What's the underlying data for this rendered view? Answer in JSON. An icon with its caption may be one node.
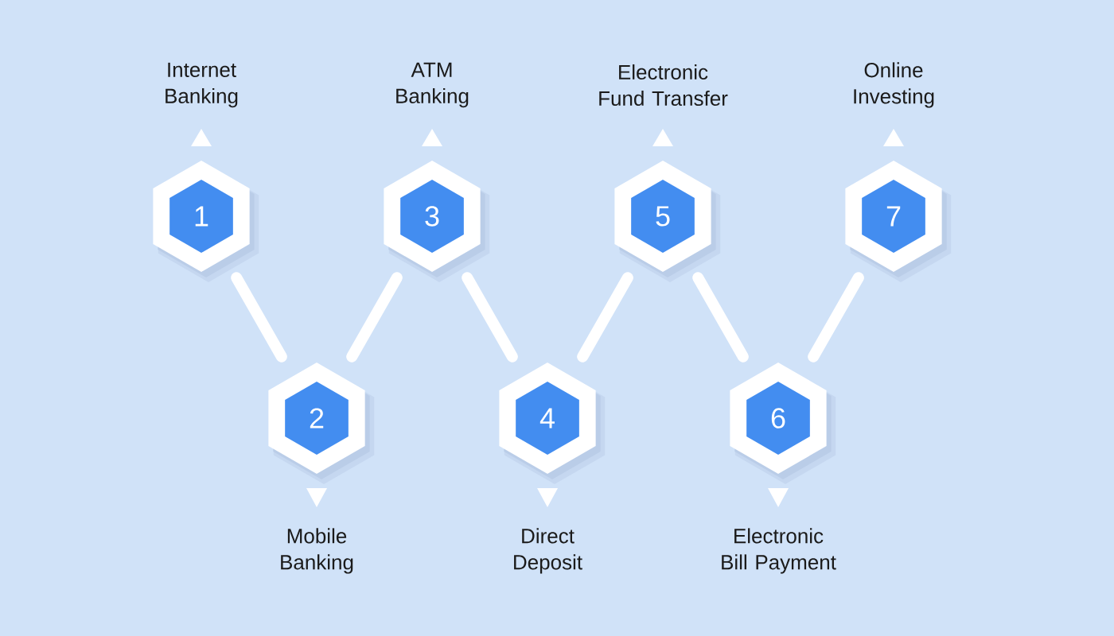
{
  "diagram": {
    "nodes": [
      {
        "text": [
          "1"
        ],
        "beside": [
          "Internet Banking"
        ]
      },
      {
        "text": [
          "2"
        ],
        "beside": [
          "Mobile Banking"
        ]
      },
      {
        "text": [
          "3"
        ],
        "beside": [
          "ATM Banking"
        ]
      },
      {
        "text": [
          "4"
        ],
        "beside": [
          "Direct Deposit"
        ]
      },
      {
        "text": [
          "5"
        ],
        "beside": [
          "Electronic Fund Transfer"
        ]
      },
      {
        "text": [
          "6"
        ],
        "beside": [
          "Electronic Bill Payment"
        ]
      },
      {
        "text": [
          "7"
        ],
        "beside": [
          "Online Investing"
        ]
      }
    ],
    "edges": [
      {
        "from": 0,
        "to": 1,
        "arrow": "none"
      },
      {
        "from": 1,
        "to": 2,
        "arrow": "none"
      },
      {
        "from": 2,
        "to": 3,
        "arrow": "none"
      },
      {
        "from": 3,
        "to": 4,
        "arrow": "none"
      },
      {
        "from": 4,
        "to": 5,
        "arrow": "none"
      },
      {
        "from": 5,
        "to": 6,
        "arrow": "none"
      }
    ]
  }
}
